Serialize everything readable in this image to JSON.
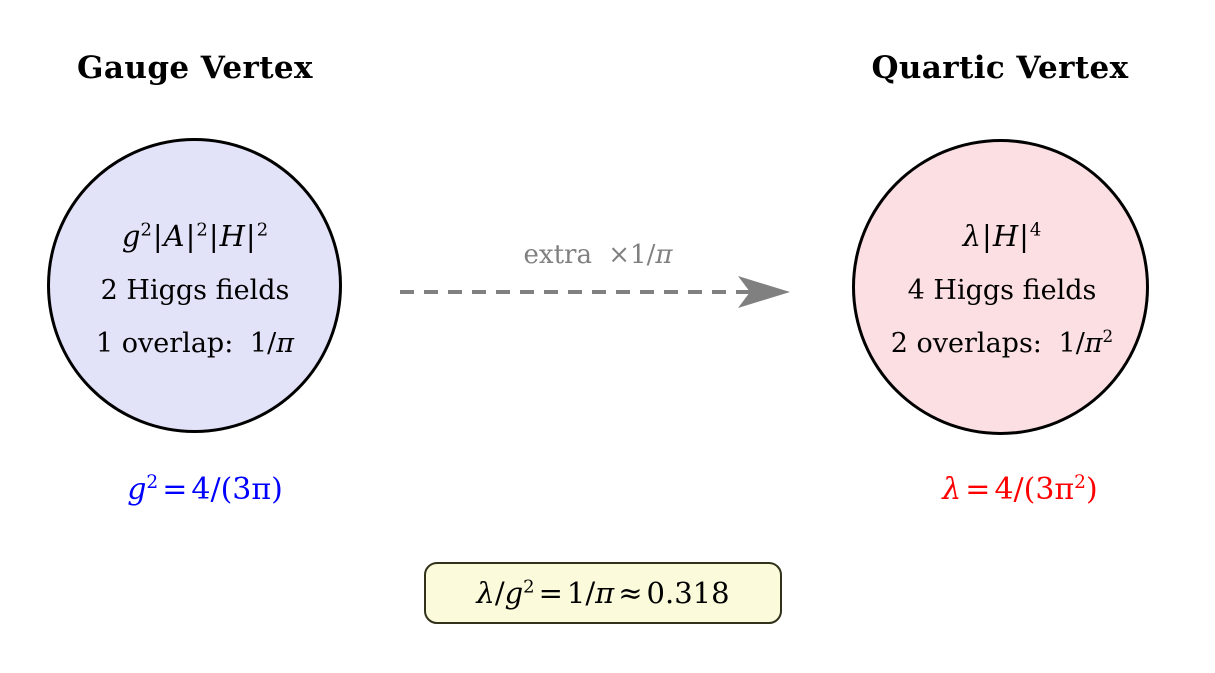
{
  "diagram": {
    "background_color": "#ffffff",
    "panels": [
      {
        "id": "gauge",
        "title": "Gauge Vertex",
        "circle_fill": "#e2e2f8",
        "circle_stroke": "#000000",
        "interaction_term": "g²|A|²|H|²",
        "field_count": "2 Higgs fields",
        "overlap": "1 overlap:  1/π",
        "coupling_result": "g² = 4/(3π)",
        "coupling_color": "#0000ff",
        "math": {
          "term_base": "g",
          "term_exp": "2",
          "term_field_a": "A",
          "term_field_a_exp": "2",
          "term_field_h": "H",
          "term_field_h_exp": "2",
          "overlap_prefix": "1 overlap:",
          "overlap_value_num": "1",
          "overlap_value_den": "π",
          "coupling_symbol": "g",
          "coupling_symbol_exp": "2",
          "coupling_rhs": "4/(3π)"
        }
      },
      {
        "id": "quartic",
        "title": "Quartic Vertex",
        "circle_fill": "#fbdfe2",
        "circle_stroke": "#000000",
        "interaction_term": "λ|H|⁴",
        "field_count": "4 Higgs fields",
        "overlap": "2 overlaps:  1/π²",
        "coupling_result": "λ = 4/(3π²)",
        "coupling_color": "#ff0000",
        "math": {
          "term_base": "λ",
          "term_field_h": "H",
          "term_field_h_exp": "4",
          "overlap_prefix": "2 overlaps:",
          "overlap_value_num": "1",
          "overlap_value_den": "π",
          "overlap_value_den_exp": "2",
          "coupling_symbol": "λ",
          "coupling_rhs": "4/(3π",
          "coupling_rhs_exp": "2",
          "coupling_rhs_tail": ")"
        }
      }
    ],
    "arrow": {
      "label": "extra ×1/π",
      "label_prefix": "extra",
      "label_factor_times": "×",
      "label_factor_num": "1",
      "label_factor_den": "π",
      "color": "#808080",
      "style": "dashed",
      "head": "stealth",
      "direction": "left-to-right"
    },
    "ratio_box": {
      "text": "λ/g² = 1/π ≈ 0.318",
      "numerator": "λ",
      "denominator": "g",
      "denominator_exp": "2",
      "equals": "=",
      "value_num": "1",
      "value_den": "π",
      "approx_symbol": "≈",
      "approx_value": "0.318",
      "fill_color": "#fbfbdc",
      "border_color": "#32321a"
    }
  }
}
